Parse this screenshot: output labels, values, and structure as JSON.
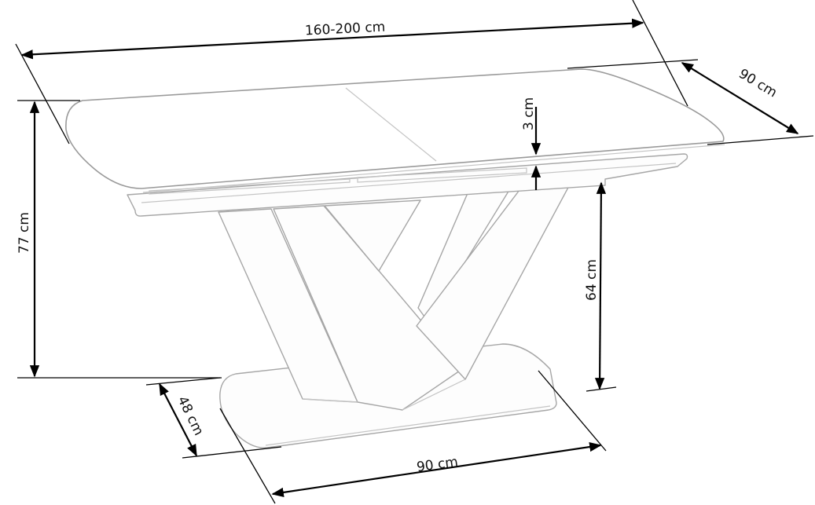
{
  "diagram": {
    "subject": "extendable dining table with V-shaped pedestal base",
    "colors": {
      "dimension_lines": "#000000",
      "sketch_outline": "#9a9a9a",
      "background": "#ffffff"
    },
    "dimensions": {
      "length": {
        "label": "160-200 cm"
      },
      "depth": {
        "label": "90 cm"
      },
      "top_thickness": {
        "label": "3 cm"
      },
      "total_height": {
        "label": "77 cm"
      },
      "clearance_height": {
        "label": "64 cm"
      },
      "base_depth": {
        "label": "48 cm"
      },
      "base_width": {
        "label": "90 cm"
      }
    }
  }
}
